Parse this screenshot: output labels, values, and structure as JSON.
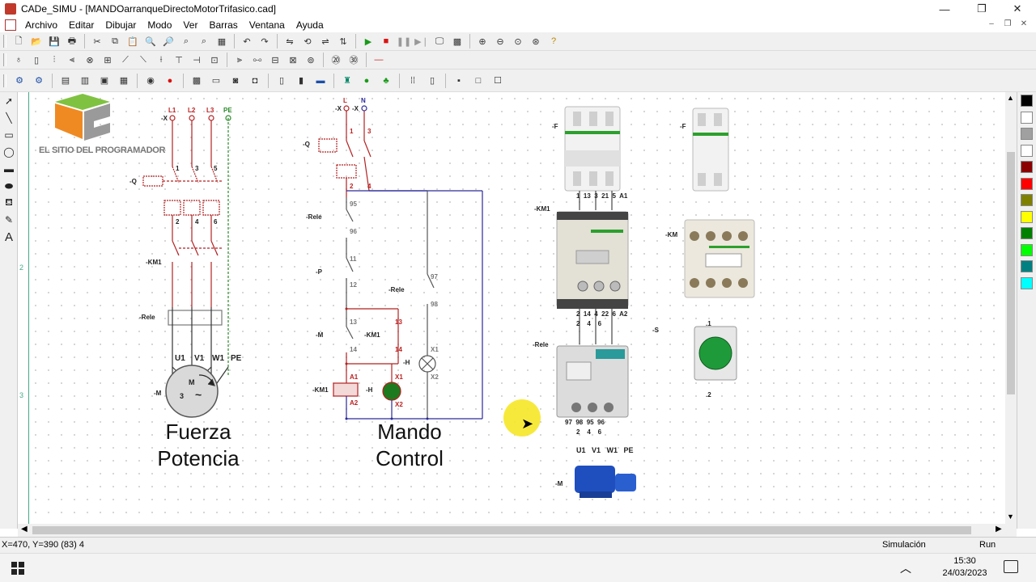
{
  "window": {
    "title": "CADe_SIMU - [MANDOarranqueDirectoMotorTrifasico.cad]",
    "minimize": "—",
    "restore": "❐",
    "close": "✕"
  },
  "menu": {
    "items": [
      "Archivo",
      "Editar",
      "Dibujar",
      "Modo",
      "Ver",
      "Barras",
      "Ventana",
      "Ayuda"
    ],
    "mdi_min": "–",
    "mdi_restore": "❐",
    "mdi_close": "✕"
  },
  "ruler": {
    "marks": [
      "2",
      "3"
    ]
  },
  "logo": {
    "text": "EL SITIO DEL PROGRAMADOR"
  },
  "diagram": {
    "power_title": [
      "Fuerza",
      "Potencia"
    ],
    "control_title": [
      "Mando",
      "Control"
    ],
    "power_labels": {
      "L1": "L1",
      "L2": "L2",
      "L3": "L3",
      "PE": "PE",
      "X": "-X",
      "Q": "-Q",
      "KM1": "-KM1",
      "Rele": "-Rele",
      "M": "-M",
      "U1": "U1",
      "V1": "V1",
      "W1": "W1",
      "PE2": "PE",
      "motor_m": "M",
      "motor_3": "3",
      "motor_tilde": "~",
      "t1": "1",
      "t3": "3",
      "t5": "5",
      "t2": "2",
      "t4": "4",
      "t6": "6"
    },
    "control_labels": {
      "L": "L",
      "N": "N",
      "X1": "-X",
      "X2": "-X",
      "Q": "-Q",
      "Rele": "-Rele",
      "P": "-P",
      "Rele2": "-Rele",
      "M": "-M",
      "KM1": "-KM1",
      "KM1b": "-KM1",
      "H": "-H",
      "H2": "-H",
      "n1": "1",
      "n2": "2",
      "n3": "3",
      "n4": "4",
      "n95": "95",
      "n96": "96",
      "n11": "11",
      "n12": "12",
      "n97": "97",
      "n98": "98",
      "n13": "13",
      "n14": "14",
      "n13b": "13",
      "n14b": "14",
      "A1": "A1",
      "A2": "A2",
      "hx1": "X1",
      "hx2": "X2",
      "gx1": "X1",
      "gx2": "X2"
    },
    "physical_labels": {
      "F": "-F",
      "F2": "-F",
      "KM1": "-KM1",
      "KM": "-KM",
      "Rele": "-Rele",
      "S": "-S",
      "M": "-M",
      "top_terms": "1  13  3  21  5  A1",
      "km_bottom": "2  14  4  22  6  A2",
      "km_bottom2": "2    4    6",
      "rele_bottom": "97  98  95  96",
      "rele_bottom2": "2    4    6",
      "motor_terms": "U1   V1   W1   PE",
      "s1": ".1",
      "s2": ".2"
    }
  },
  "status": {
    "coords": "X=470, Y=390 (83) 4",
    "mode": "Simulación",
    "state": "Run"
  },
  "taskbar": {
    "time": "15:30",
    "date": "24/03/2023",
    "tray_up": "︿"
  },
  "colors": {
    "palette": [
      "#000000",
      "#ffffff",
      "#a0a0a0",
      "#ffffff",
      "#8b0000",
      "#ff0000",
      "#808000",
      "#ffff00",
      "#008000",
      "#00ff00",
      "#008080",
      "#00ffff"
    ],
    "power_wire": "#b22222",
    "control_wire": "#2a2a9a",
    "pe_wire": "#2a8a2a"
  }
}
